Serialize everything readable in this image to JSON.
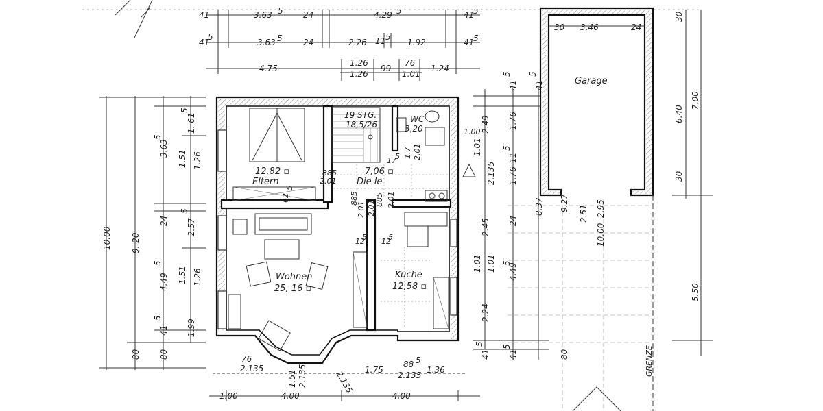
{
  "rooms": {
    "eltern": {
      "name": "Eltern",
      "area": "12,82"
    },
    "diele": {
      "name": "Die le",
      "area": "7,06"
    },
    "wc": {
      "name": "WC",
      "area": "3,20"
    },
    "wohnen": {
      "name": "Wohnen",
      "area": "25, 16"
    },
    "kueche": {
      "name": "Küche",
      "area": "12,58"
    },
    "garage": {
      "name": "Garage"
    }
  },
  "stairs": {
    "label": "19 STG.",
    "ratio": "18,5/26"
  },
  "boundary_label": "GRENZE",
  "dims_top_row1": [
    "41",
    "3.63",
    "5",
    "24",
    "4.29",
    "5",
    "41",
    "5"
  ],
  "dims_top_row2": [
    "41",
    "5",
    "3.63",
    "5",
    "24",
    "2.26",
    "11",
    "5",
    "1.92",
    "41",
    "5"
  ],
  "dims_top_row3": [
    "4.75",
    "1.26",
    "1.26",
    "99",
    "76",
    "1.01",
    "1.24"
  ],
  "dims_left_outer": [
    "10.00"
  ],
  "dims_left_mid": [
    "9. 20",
    "80"
  ],
  "dims_left_inner": [
    "3.63",
    "5",
    "24",
    "4.49",
    "5",
    "41",
    "5",
    "80"
  ],
  "dims_left_innermost": [
    "1. 61",
    "5",
    "1.51",
    "1.26",
    "2.57",
    "5",
    "1.51",
    "1.26",
    "1.99"
  ],
  "dims_right_a": [
    "2.49",
    "1.01",
    "2.135",
    "2.45",
    "1.01",
    "1.01",
    "2.24",
    "41",
    "5"
  ],
  "dims_right_b": [
    "41",
    "5",
    "1.76",
    "1.76",
    "11",
    "5",
    "24",
    "4.49",
    "5",
    "41",
    "5"
  ],
  "dims_right_c": [
    "41",
    "5",
    "8.37",
    "9.27",
    "80"
  ],
  "dims_garage_top": [
    "30",
    "3.46",
    "24",
    "30"
  ],
  "dims_garage_right": [
    "6.40",
    "7.00",
    "30",
    "5.50"
  ],
  "dims_center_vert": [
    "2.51",
    "10.00",
    "2.95"
  ],
  "dims_bottom": [
    "1.00",
    "4.00",
    "4.00"
  ],
  "dims_bottom_bay": [
    "76",
    "2.135",
    "1.51",
    "2.135",
    "2.135",
    "1.75",
    "88",
    "5",
    "2.135",
    "1.36"
  ],
  "dims_misc": [
    "885",
    "2.01",
    "885",
    "2.01",
    "2.01",
    "885",
    "2.01",
    "12",
    "5",
    "12",
    "5",
    "1.00",
    "62",
    "5",
    "1.7",
    "2.01",
    "17",
    "5"
  ]
}
